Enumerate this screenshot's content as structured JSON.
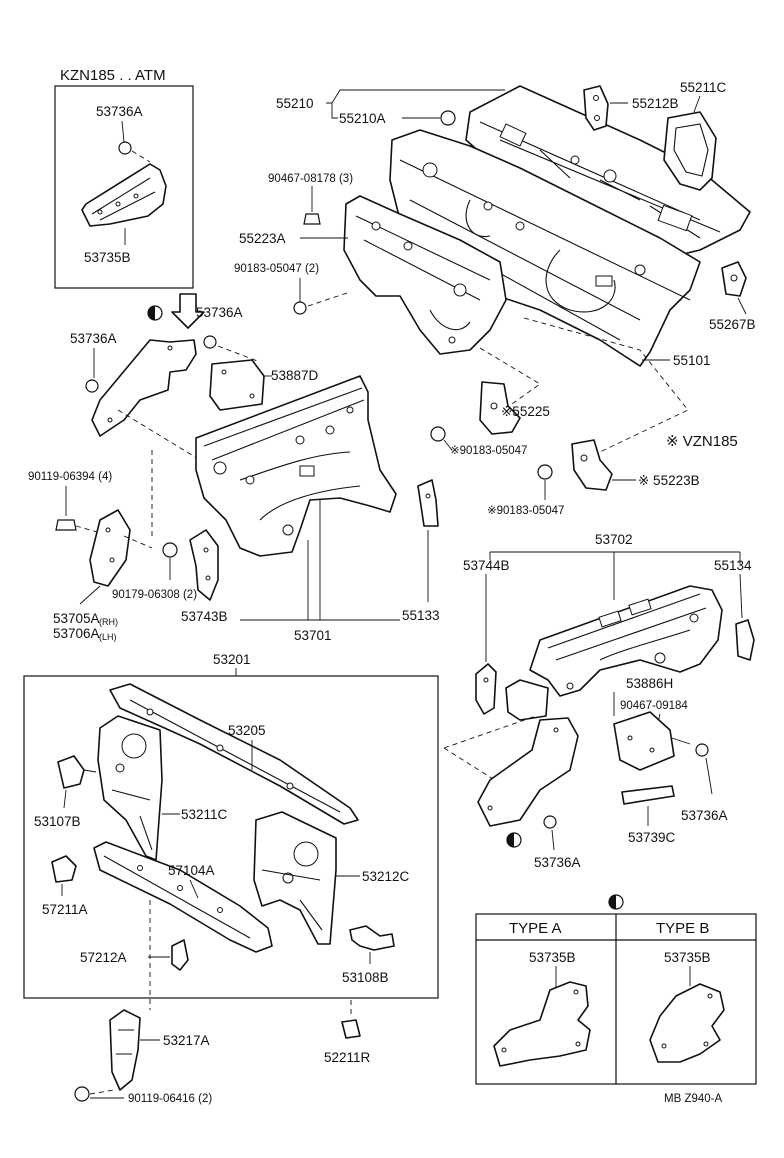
{
  "symbols": {
    "asterisk": "※",
    "half_circle_icon": "half-filled-circle-icon"
  },
  "groups": {
    "kzn185_box_title": "KZN185 . . ATM",
    "vzn185_note": "※ VZN185",
    "type_legend": {
      "type_a_header": "TYPE A",
      "type_b_header": "TYPE B"
    },
    "diagram_code": "MB Z940-A"
  },
  "labels": {
    "p53736A_kzn": "53736A",
    "p53735B_kzn": "53735B",
    "p55210": "55210",
    "p55210A": "55210A",
    "p55212B": "55212B",
    "p55211C": "55211C",
    "p90467_08178": "90467-08178 (3)",
    "p55223A": "55223A",
    "p90183_05047_2": "90183-05047 (2)",
    "p55267B": "55267B",
    "p55101": "55101",
    "p53736A_top": "53736A",
    "p53736A_left": "53736A",
    "p53887D": "53887D",
    "p55225": "※55225",
    "p90183_05047_a": "※90183-05047",
    "p55223B": "※ 55223B",
    "p90183_05047_b": "※90183-05047",
    "p90119_06394": "90119-06394 (4)",
    "p90179_06308": "90179-06308 (2)",
    "p53705A": "53705A",
    "p53705A_suffix": "(RH)",
    "p53706A": "53706A",
    "p53706A_suffix": "(LH)",
    "p53743B": "53743B",
    "p53701": "53701",
    "p55133": "55133",
    "p53702": "53702",
    "p53744B": "53744B",
    "p55134": "55134",
    "p53886H": "53886H",
    "p90467_09184": "90467-09184",
    "p53736A_right": "53736A",
    "p53739C": "53739C",
    "p53736A_bottom": "53736A",
    "p53201": "53201",
    "p53205": "53205",
    "p53107B": "53107B",
    "p53211C": "53211C",
    "p57104A": "57104A",
    "p53212C": "53212C",
    "p57211A": "57211A",
    "p57212A": "57212A",
    "p53108B": "53108B",
    "p53217A": "53217A",
    "p52211R": "52211R",
    "p90119_06416": "90119-06416 (2)",
    "p53735B_typeA": "53735B",
    "p53735B_typeB": "53735B"
  }
}
